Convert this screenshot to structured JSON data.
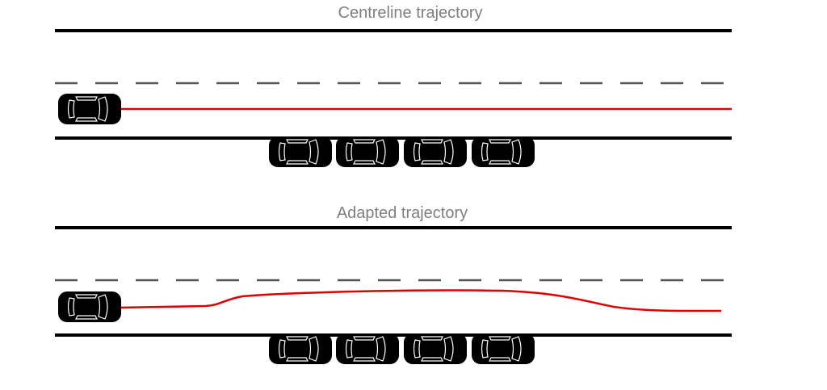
{
  "scenarios": [
    {
      "title": "Centreline trajectory",
      "trajectory_type": "straight"
    },
    {
      "title": "Adapted trajectory",
      "trajectory_type": "curved"
    }
  ],
  "colors": {
    "road_edge": "#000000",
    "lane_marking": "#555555",
    "trajectory": "#e00000",
    "ego_vehicle": "#2e75b6",
    "ego_vehicle_dark": "#1f4e79",
    "parked_vehicle": "#8c8c8c",
    "parked_vehicle_dark": "#5a5a5a",
    "title_text": "#7f7f7f"
  },
  "icons": {
    "ego_vehicle": "car-top-view-icon",
    "parked_vehicle": "car-top-view-icon"
  },
  "parked_vehicle_count": 4
}
